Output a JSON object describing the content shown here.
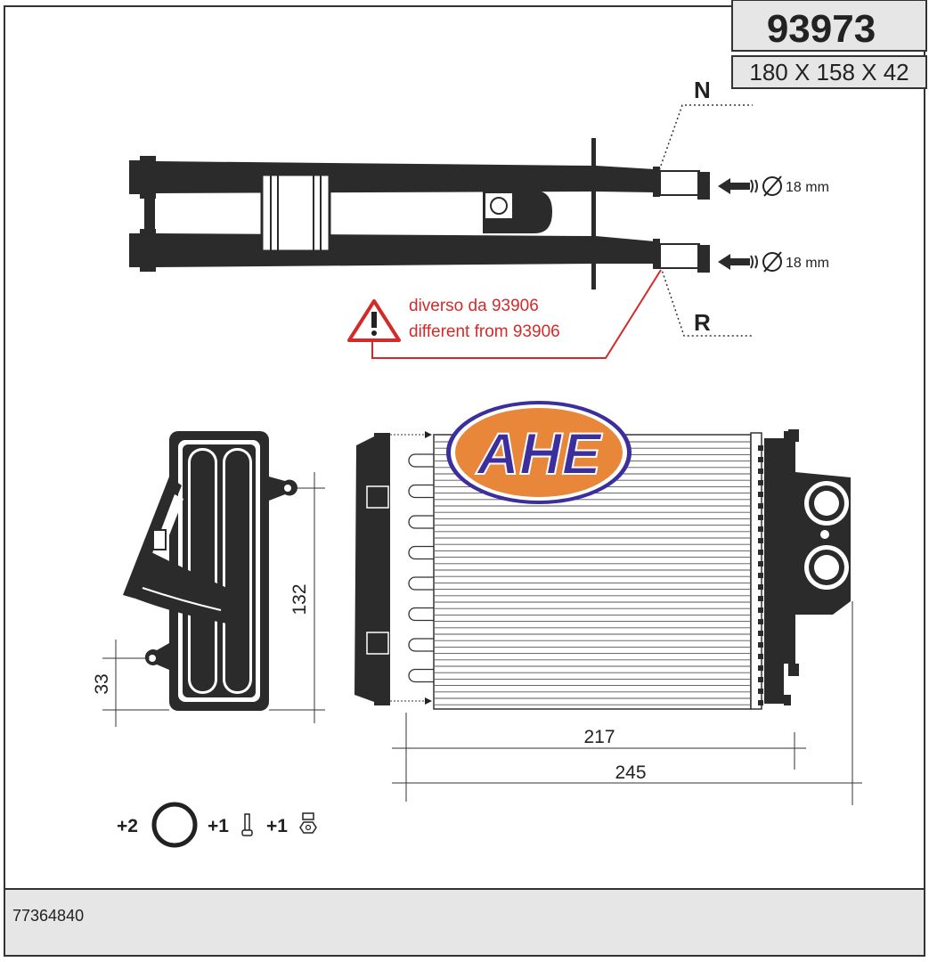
{
  "header": {
    "part_number": "93973",
    "dimensions": "180 X 158 X 42"
  },
  "connectors": {
    "inlet_label": "N",
    "outlet_label": "R",
    "inlet_diameter": "18 mm",
    "outlet_diameter": "18 mm"
  },
  "warning": {
    "line_it": "diverso da 93906",
    "line_en": "different from 93906"
  },
  "brand": {
    "logo_text": "AHE",
    "colors": {
      "orange": "#e8873a",
      "blue": "#3b2f9e"
    }
  },
  "dimensions": {
    "height_core": "132",
    "mount_offset": "33",
    "width_core": "217",
    "width_total": "245"
  },
  "accessories": {
    "oring_qty": "+2",
    "screw_qty": "+1",
    "nut_qty": "+1"
  },
  "footer": {
    "oem_reference": "77364840"
  },
  "colors": {
    "box_bg": "#e6e6e6",
    "warning_red": "#d42a2a",
    "dark": "#2b2b2b"
  }
}
